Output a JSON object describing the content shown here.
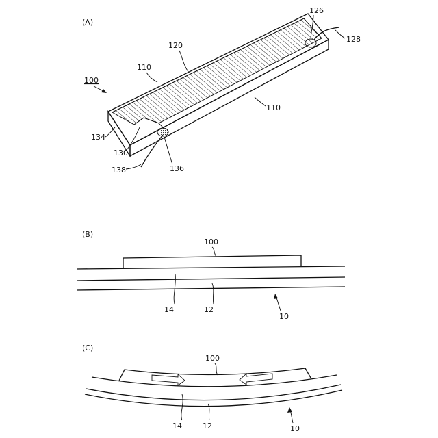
{
  "panels": {
    "a": {
      "label": "(A)",
      "refs": {
        "device": "100",
        "film": "120",
        "edge_top": "110",
        "edge_bottom": "110",
        "terminal_right": "126",
        "wire_right": "128",
        "terminal_left": "130",
        "base_side": "134",
        "terminal_left_pad": "136",
        "wire_left": "138"
      }
    },
    "b": {
      "label": "(B)",
      "refs": {
        "device": "100",
        "layer_top": "14",
        "layer_mid": "12",
        "base": "10"
      }
    },
    "c": {
      "label": "(C)",
      "refs": {
        "device": "100",
        "layer_top": "14",
        "layer_mid": "12",
        "base": "10"
      }
    }
  }
}
